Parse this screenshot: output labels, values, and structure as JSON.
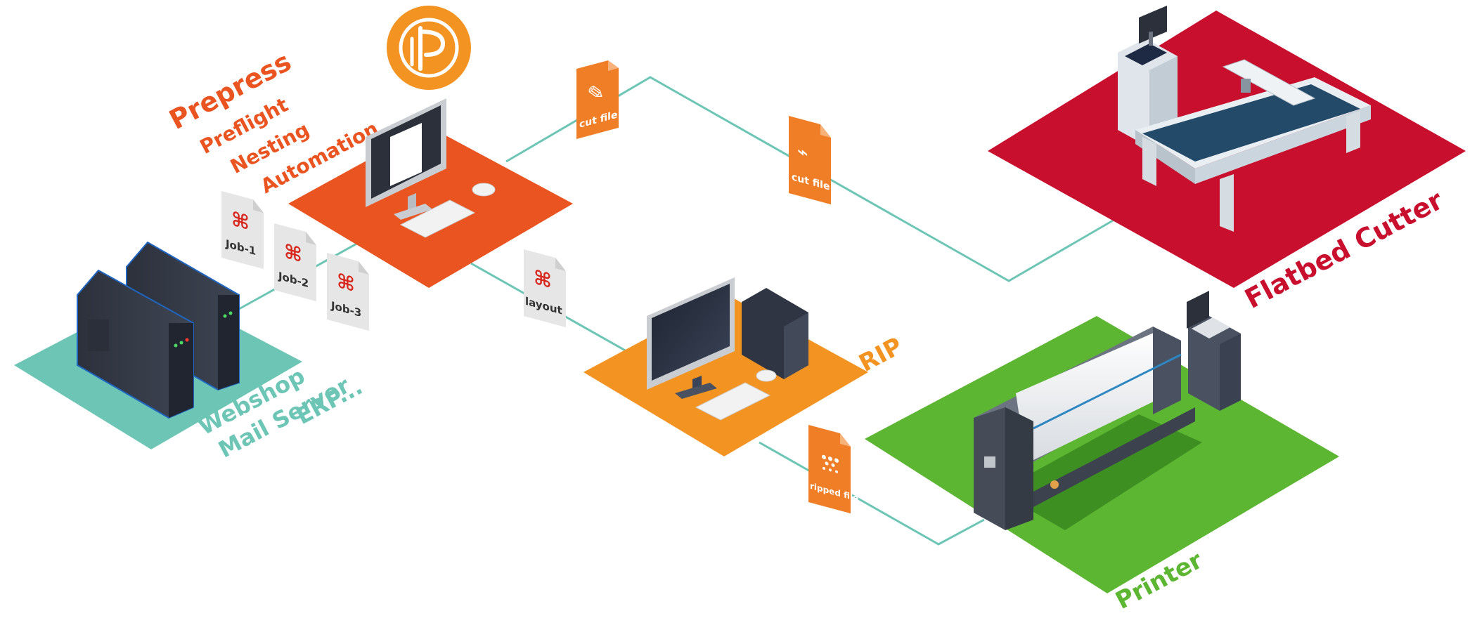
{
  "colors": {
    "teal": "#6dc6b5",
    "prepress_orange": "#e95420",
    "rip_orange": "#f39322",
    "cutter_red": "#c8102e",
    "printer_green": "#5cb632",
    "line": "#6dc6b5",
    "doc_gray": "#e6e6e6",
    "doc_orange": "#f07e26",
    "pdf_red": "#d9261c"
  },
  "logo": {
    "icon": "fp-logo-icon"
  },
  "prepress": {
    "title": "Prepress",
    "items": [
      "Preflight",
      "Nesting",
      "Automation"
    ]
  },
  "source": {
    "lines": [
      "Webshop",
      "Mail Server",
      "ERP..."
    ]
  },
  "jobs": [
    {
      "label": "Job-1"
    },
    {
      "label": "Job-2"
    },
    {
      "label": "Job-3"
    }
  ],
  "layout_doc": {
    "label": "layout",
    "icon": "pdf-icon"
  },
  "cut_files": [
    {
      "label": "cut file",
      "icon": "pen-icon"
    },
    {
      "label": "cut file",
      "icon": "cutter-head-icon"
    }
  ],
  "ripped_file": {
    "label": "ripped file",
    "icon": "halftone-icon"
  },
  "rip": {
    "label": "RIP"
  },
  "cutter": {
    "label": "Flatbed Cutter"
  },
  "printer": {
    "label": "Printer"
  }
}
